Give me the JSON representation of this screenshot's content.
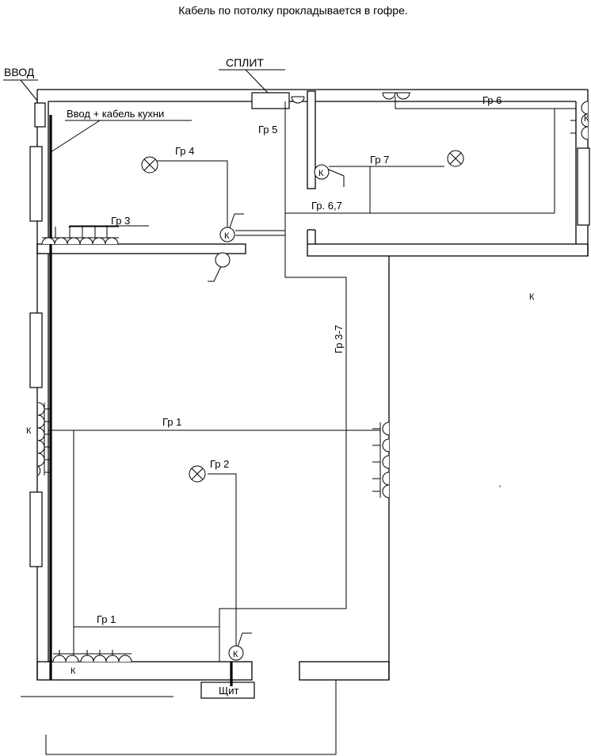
{
  "header": {
    "note": "Кабель по потолку прокладывается в гофре."
  },
  "labels": {
    "vvod": "ВВОД",
    "split": "СПЛИТ",
    "vvod_kitchen": "Ввод + кабель кухни",
    "gr5": "Гр 5",
    "gr6": "Гр 6",
    "gr4": "Гр 4",
    "gr7": "Гр 7",
    "gr3": "Гр 3",
    "gr67": "Гр. 6,7",
    "gr37": "Гр 3-7",
    "gr1_top": "Гр 1",
    "gr2": "Гр 2",
    "gr1_bottom": "Гр 1",
    "shchit": "Щит",
    "k_switch_gr4": "К",
    "k_switch_gr7": "К",
    "k_switch_gr2": "К",
    "k_right_wall": "К",
    "k_left_wall": "К",
    "k_bottom": "К",
    "k_far_right": "К",
    "stray_mark": "'"
  },
  "colors": {
    "ink": "#000000",
    "paper": "#ffffff"
  }
}
